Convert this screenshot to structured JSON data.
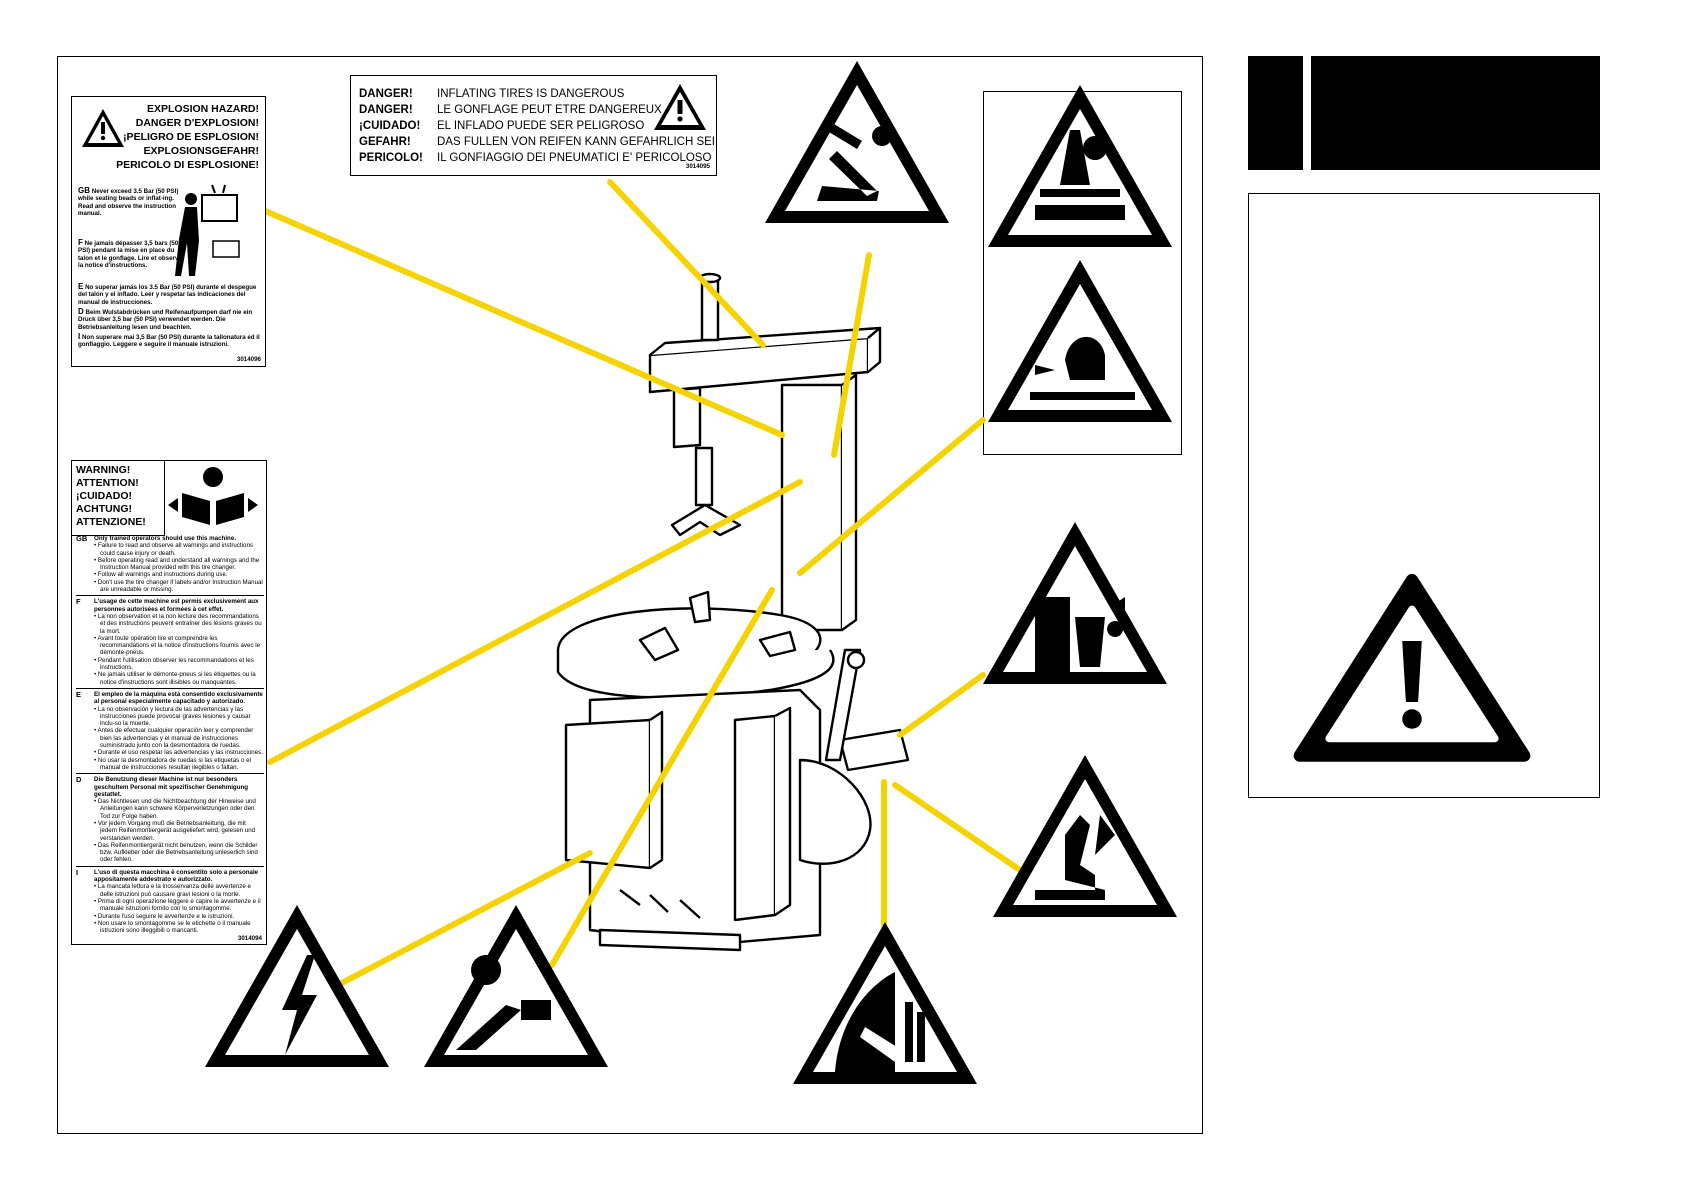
{
  "explosion_label": {
    "headings": [
      "EXPLOSION HAZARD!",
      "DANGER D'EXPLOSION!",
      "¡PELIGRO DE ESPLOSION!",
      "EXPLOSIONSGEFAHR!",
      "PERICOLO DI ESPLOSIONE!"
    ],
    "gb_code": "GB",
    "gb_text": "Never exceed 3.5 Bar (50 PSI) while seating beads or inflat-ing. Read and observe the instruction manual.",
    "f_code": "F",
    "f_text": "Ne jamais dépasser 3,5 bars (50 PSI) pendant la mise en place du talon et le gonflage. Lire et observer la notice d'instructions.",
    "e_code": "E",
    "e_text": "No superar jamás los 3.5 Bar (50 PSI) durante el despegue del talón y el inflado. Leer y respetar las indicaciones del manual de instrucciones.",
    "d_code": "D",
    "d_text": "Beim Wulstabdrücken und Reifenaufpumpen darf nie ein Druck über 3,5 bar (50 PSI) verwendet werden. Die Betriebsanleitung lesen und beachten.",
    "i_code": "I",
    "i_text": "Non superare mai 3,5 Bar (50 PSI) durante la tallonatura ed il gonfiaggio. Leggere e seguire il manuale istruzioni.",
    "part_number": "3014096"
  },
  "inflating_label": {
    "rows": [
      {
        "word": "DANGER!",
        "text": "INFLATING TIRES IS DANGEROUS"
      },
      {
        "word": "DANGER!",
        "text": "LE GONFLAGE PEUT ETRE DANGEREUX"
      },
      {
        "word": "¡CUIDADO!",
        "text": "EL INFLADO PUEDE SER PELIGROSO"
      },
      {
        "word": "GEFAHR!",
        "text": "DAS FULLEN VON REIFEN KANN GEFAHRLICH SEIN"
      },
      {
        "word": "PERICOLO!",
        "text": "IL GONFIAGGIO DEI PNEUMATICI E' PERICOLOSO"
      }
    ],
    "part_number": "3014095"
  },
  "warning_label": {
    "headings": [
      "WARNING!",
      "ATTENTION!",
      "¡CUIDADO!",
      "ACHTUNG!",
      "ATTENZIONE!"
    ],
    "sections": [
      {
        "code": "GB",
        "title": "Only trained operators should use this machine.",
        "bullets": [
          "Failure to read and observe all warnings and instructions could cause injury or death.",
          "Before operating read and understand all warnings and the Instruction Manual provided with this tire changer.",
          "Follow all warnings and instructions during use.",
          "Don't use the tire changer if labels and/or Instruction Manual are unreadable or missing."
        ]
      },
      {
        "code": "F",
        "title": "L'usage de cette machine est permis exclusivement aux personnes autorisées et formées à cet effet.",
        "bullets": [
          "La non observation et la non lecture des recommandations et des instructions peuvent entraîner des lésions graves ou la mort.",
          "Avant toute opération lire et comprendre les recommandations et la notice d'instructions fournis avec le démonte-pneus.",
          "Pendant l'utilisation observer les recommandations et les instructions.",
          "Ne jamais utiliser le démonte-pneus si les étiquettes ou la notice d'instructions sont illisibles ou manquantes."
        ]
      },
      {
        "code": "E",
        "title": "El empleo de la máquina está consentido exclusivamente al personal especialmente capacitado y autorizado.",
        "bullets": [
          "La no observación y lectura de las advertencias y las instrucciones puede provocar graves lesiones y causar inclu-so la muerte.",
          "Antes de efectuar cualquier operación leer y comprender bien las advertencias y el manual de instrucciones suministrado junto con la desmontadora de ruedas.",
          "Durante el uso respetar las advertencias y las instrucciones.",
          "No usar la desmontadora de ruedas si las etiquetas o el manual de instrucciones resultan ilegibles o faltan."
        ]
      },
      {
        "code": "D",
        "title": "Die Benutzung dieser Machine ist nur besonders geschultem Personal mit spezifischer Genehmigung gestattet.",
        "bullets": [
          "Das Nichtlesen und die Nichtbeachtung der Hinweise und Anleitungen kann schwere Körperverletzungen oder den Tod zur Folge haben.",
          "Vor jedem Vorgang muß die Betriebsanleitung, die mit jedem Reifenmontiergerät ausgeliefert wird, gelesen und verstanden werden.",
          "Das Reifenmontiergerät nicht benutzen, wenn die Schilder bzw. Aufkleber oder die Betriebsanleitung unleserlich sind oder fehlen."
        ]
      },
      {
        "code": "I",
        "title": "L'uso di questa macchina è consentito solo a personale appositamente addestrato e autorizzato.",
        "bullets": [
          "La mancata lettura e la inosservanza delle avvertenze e delle istruzioni può causare gravi lesioni o la morte.",
          "Prima di ogni operazione leggere e capire le avvertenze e il manuale istruzioni fornito con lo smontagomme.",
          "Durante l'uso seguire le avvertenze e le istruzioni.",
          "Non usare lo smontagomme se le etichette o il manuale istruzioni sono illeggibili o mancanti."
        ]
      }
    ],
    "part_number": "3014094"
  },
  "colors": {
    "leader": "#f5d300",
    "ink": "#000000",
    "paper": "#ffffff"
  },
  "icons": [
    "exclamation-triangle-icon",
    "hammer-hazard-icon",
    "tire-bead-hazard-icon",
    "hand-crush-hazard-icon",
    "hand-pinch-hazard-icon",
    "foot-crush-hazard-icon",
    "electric-shock-icon",
    "air-blast-hazard-icon",
    "arm-clamp-hazard-icon",
    "manual-reader-icon",
    "explosion-hazard-icon"
  ]
}
